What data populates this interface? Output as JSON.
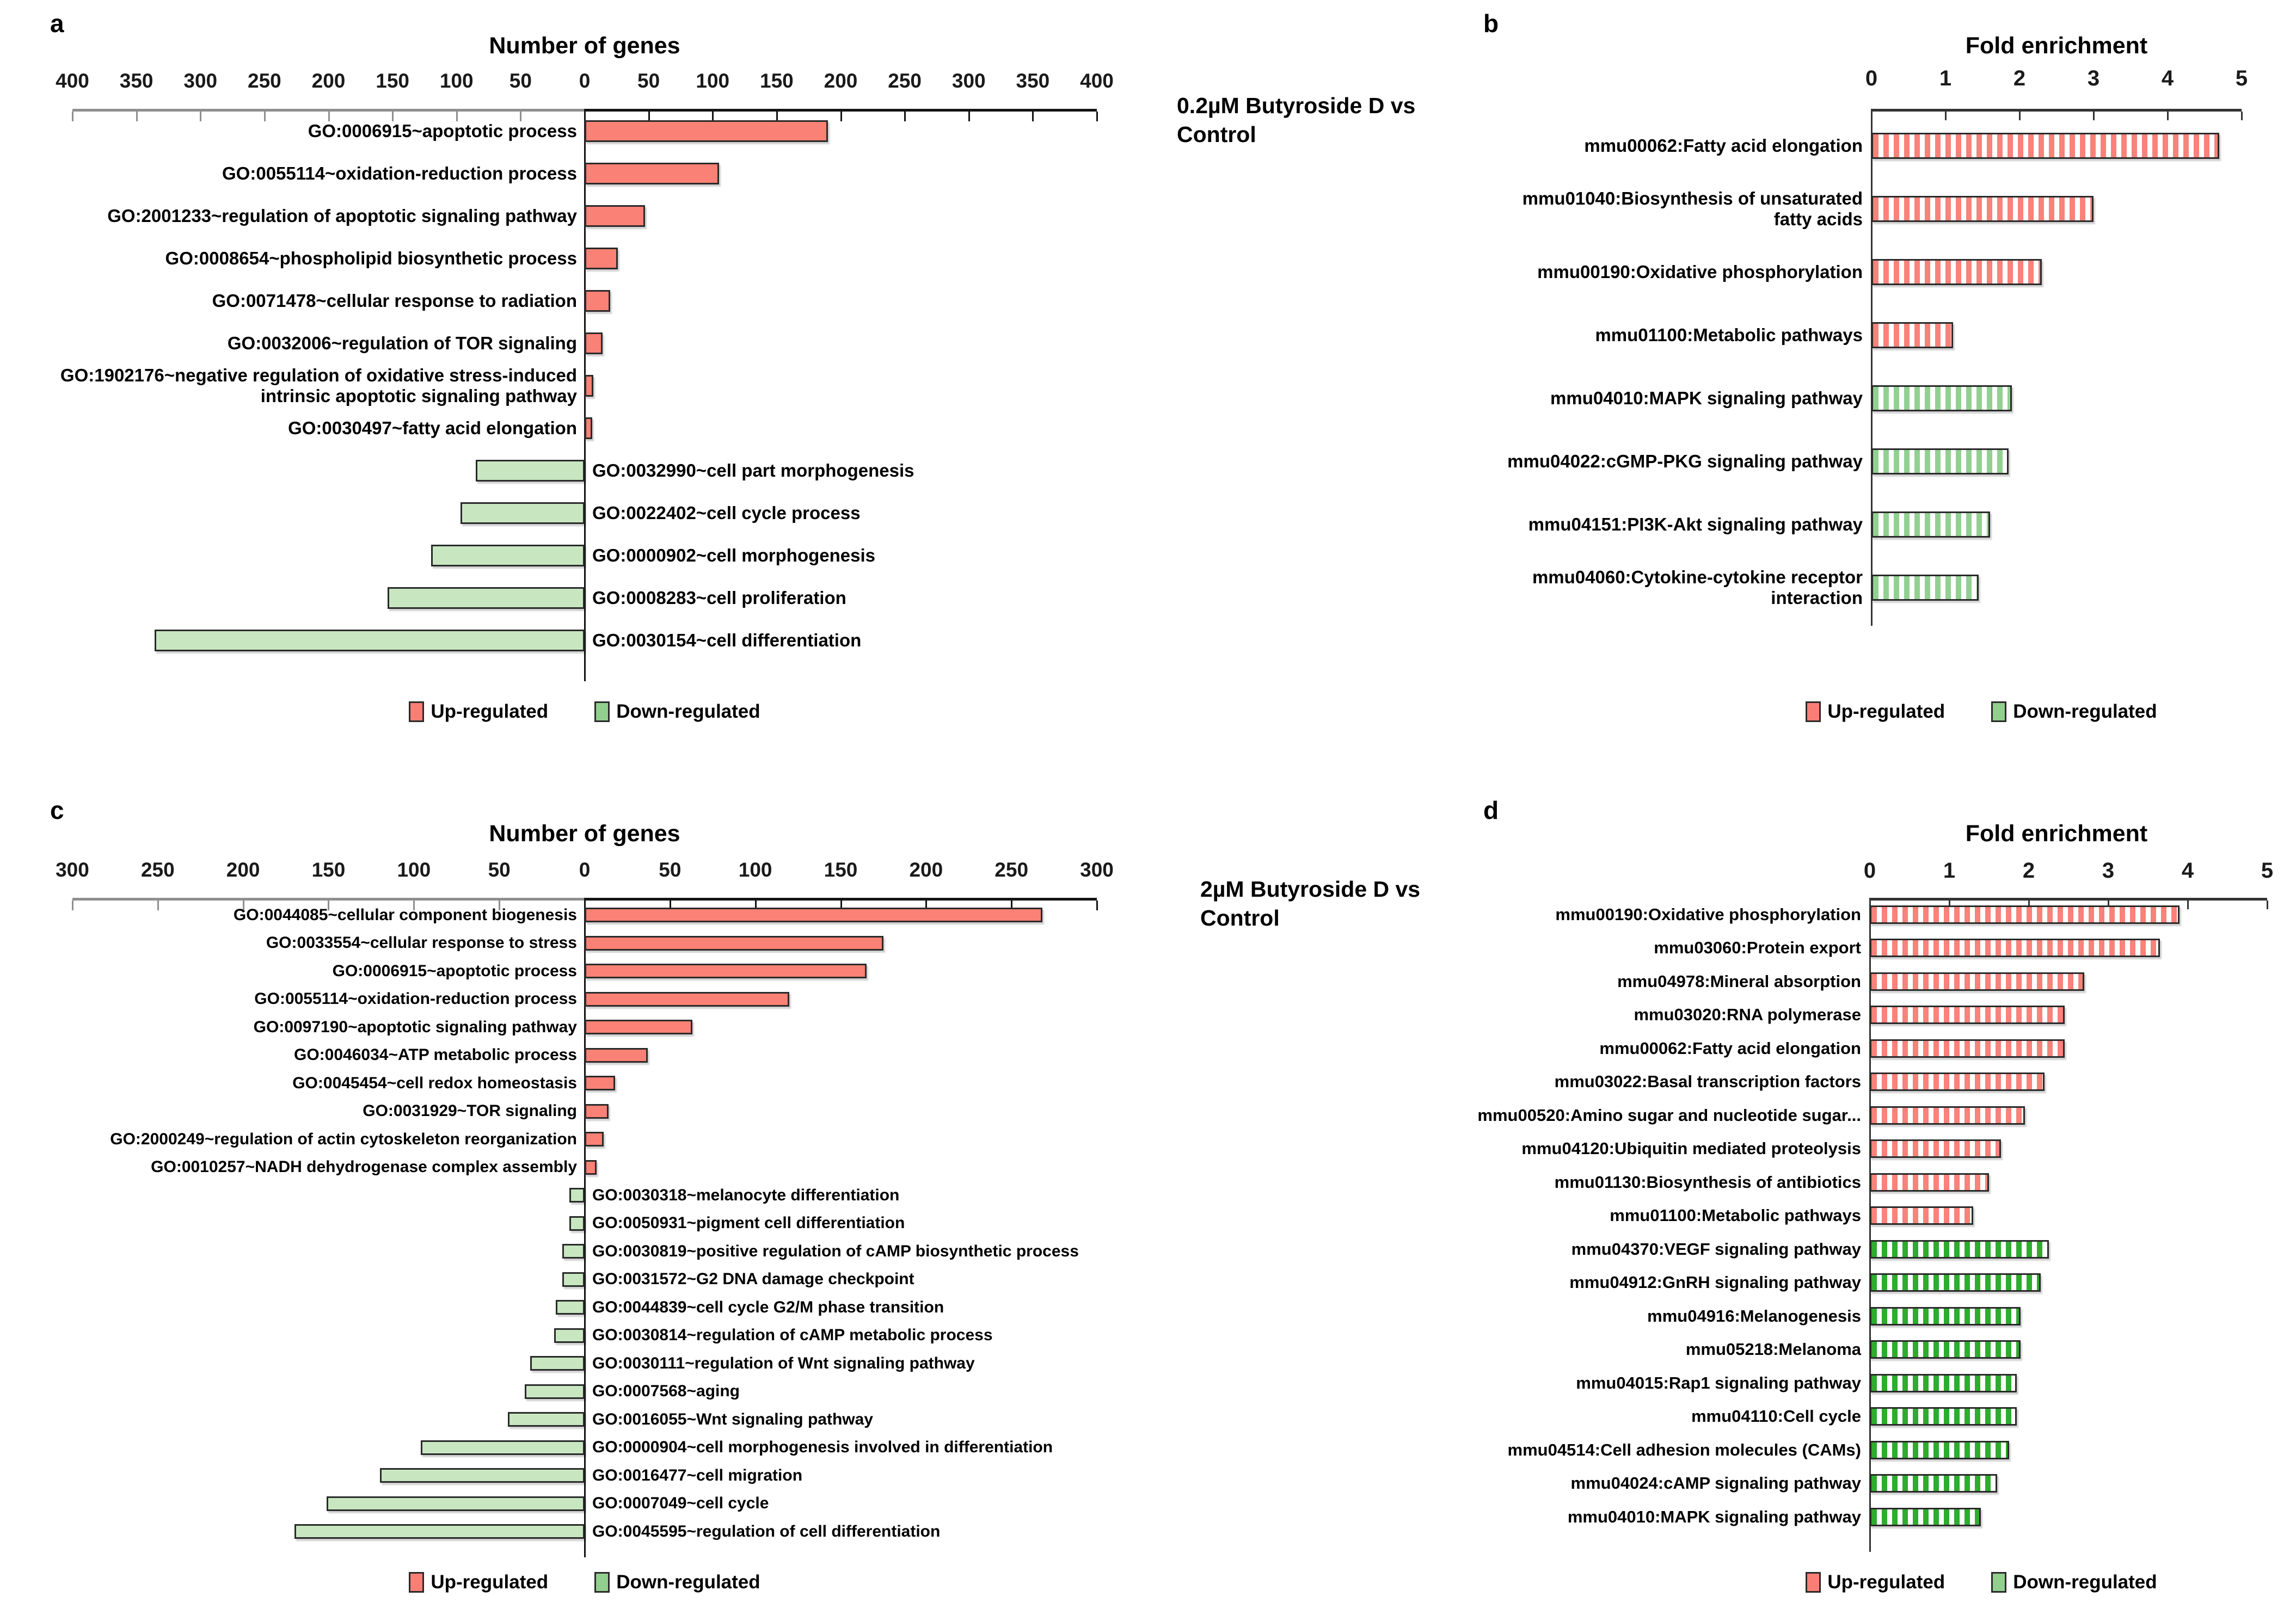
{
  "legend_colors": {
    "up": "#f87f76",
    "down": "#92cf8e"
  },
  "chart_data": [
    {
      "id": "a",
      "letter": "a",
      "type": "bar",
      "orientation": "horizontal-diverging",
      "title": "Number of genes",
      "condition": "0.2µM  Butyroside D vs Control",
      "axis": {
        "label": "Number of genes",
        "min": -400,
        "max": 400,
        "tick_step": 50,
        "grid": false
      },
      "legend": [
        "Up-regulated",
        "Down-regulated"
      ],
      "legend_position": "bottom",
      "series": [
        {
          "name": "Up-regulated",
          "style": "solid",
          "color": "#fa8175",
          "data": [
            {
              "label": "GO:0006915~apoptotic process",
              "value": 190
            },
            {
              "label": "GO:0055114~oxidation-reduction process",
              "value": 105
            },
            {
              "label": "GO:2001233~regulation of apoptotic signaling pathway",
              "value": 47
            },
            {
              "label": "GO:0008654~phospholipid biosynthetic process",
              "value": 26
            },
            {
              "label": "GO:0071478~cellular response to radiation",
              "value": 20
            },
            {
              "label": "GO:0032006~regulation of TOR signaling",
              "value": 14
            },
            {
              "label": "GO:1902176~negative regulation of oxidative stress-induced intrinsic apoptotic signaling pathway",
              "value": 7
            },
            {
              "label": "GO:0030497~fatty acid elongation",
              "value": 6
            }
          ]
        },
        {
          "name": "Down-regulated",
          "style": "solid",
          "color": "#c8e7c1",
          "data": [
            {
              "label": "GO:0032990~cell part morphogenesis",
              "value": 85
            },
            {
              "label": "GO:0022402~cell cycle process",
              "value": 97
            },
            {
              "label": "GO:0000902~cell morphogenesis",
              "value": 120
            },
            {
              "label": "GO:0008283~cell proliferation",
              "value": 154
            },
            {
              "label": "GO:0030154~cell differentiation",
              "value": 336
            }
          ]
        }
      ]
    },
    {
      "id": "b",
      "letter": "b",
      "type": "bar",
      "orientation": "horizontal",
      "title": "Fold enrichment",
      "axis": {
        "label": "Fold enrichment",
        "min": 0,
        "max": 5,
        "tick_step": 1,
        "grid": false
      },
      "legend": [
        "Up-regulated",
        "Down-regulated"
      ],
      "legend_position": "bottom",
      "series": [
        {
          "name": "Up-regulated",
          "style": "striped",
          "color": "#f9827a",
          "data": [
            {
              "label": "mmu00062:Fatty acid elongation",
              "value": 4.7
            },
            {
              "label": "mmu01040:Biosynthesis of unsaturated fatty acids",
              "value": 3.0
            },
            {
              "label": "mmu00190:Oxidative phosphorylation",
              "value": 2.3
            },
            {
              "label": "mmu01100:Metabolic pathways",
              "value": 1.1
            }
          ]
        },
        {
          "name": "Down-regulated",
          "style": "striped",
          "color": "#92d092",
          "data": [
            {
              "label": "mmu04010:MAPK signaling pathway",
              "value": 1.9
            },
            {
              "label": "mmu04022:cGMP-PKG signaling pathway",
              "value": 1.85
            },
            {
              "label": "mmu04151:PI3K-Akt signaling pathway",
              "value": 1.6
            },
            {
              "label": "mmu04060:Cytokine-cytokine receptor interaction",
              "value": 1.45
            }
          ]
        }
      ]
    },
    {
      "id": "c",
      "letter": "c",
      "type": "bar",
      "orientation": "horizontal-diverging",
      "title": "Number of genes",
      "condition": "2µM  Butyroside D vs Control",
      "axis": {
        "label": "Number of genes",
        "min": -300,
        "max": 300,
        "tick_step": 50,
        "grid": false
      },
      "legend": [
        "Up-regulated",
        "Down-regulated"
      ],
      "legend_position": "bottom",
      "series": [
        {
          "name": "Up-regulated",
          "style": "solid",
          "color": "#fa8175",
          "data": [
            {
              "label": "GO:0044085~cellular component biogenesis",
              "value": 268
            },
            {
              "label": "GO:0033554~cellular response to stress",
              "value": 175
            },
            {
              "label": "GO:0006915~apoptotic process",
              "value": 165
            },
            {
              "label": "GO:0055114~oxidation-reduction process",
              "value": 120
            },
            {
              "label": "GO:0097190~apoptotic signaling pathway",
              "value": 63
            },
            {
              "label": "GO:0046034~ATP metabolic process",
              "value": 37
            },
            {
              "label": "GO:0045454~cell redox homeostasis",
              "value": 18
            },
            {
              "label": "GO:0031929~TOR signaling",
              "value": 14
            },
            {
              "label": "GO:2000249~regulation of actin cytoskeleton reorganization",
              "value": 11
            },
            {
              "label": "GO:0010257~NADH dehydrogenase complex assembly",
              "value": 7
            }
          ]
        },
        {
          "name": "Down-regulated",
          "style": "solid",
          "color": "#c8e7c1",
          "data": [
            {
              "label": "GO:0030318~melanocyte differentiation",
              "value": 9
            },
            {
              "label": "GO:0050931~pigment cell differentiation",
              "value": 9
            },
            {
              "label": "GO:0030819~positive regulation of cAMP biosynthetic process",
              "value": 13
            },
            {
              "label": "GO:0031572~G2 DNA damage checkpoint",
              "value": 13
            },
            {
              "label": "GO:0044839~cell cycle G2/M phase transition",
              "value": 17
            },
            {
              "label": "GO:0030814~regulation of cAMP metabolic process",
              "value": 18
            },
            {
              "label": "GO:0030111~regulation of Wnt signaling pathway",
              "value": 32
            },
            {
              "label": "GO:0007568~aging",
              "value": 35
            },
            {
              "label": "GO:0016055~Wnt signaling pathway",
              "value": 45
            },
            {
              "label": "GO:0000904~cell morphogenesis involved in differentiation",
              "value": 96
            },
            {
              "label": "GO:0016477~cell migration",
              "value": 120
            },
            {
              "label": "GO:0007049~cell cycle",
              "value": 151
            },
            {
              "label": "GO:0045595~regulation of cell differentiation",
              "value": 170
            }
          ]
        }
      ]
    },
    {
      "id": "d",
      "letter": "d",
      "type": "bar",
      "orientation": "horizontal",
      "title": "Fold enrichment",
      "axis": {
        "label": "Fold enrichment",
        "min": 0,
        "max": 5,
        "tick_step": 1,
        "grid": false
      },
      "legend": [
        "Up-regulated",
        "Down-regulated"
      ],
      "legend_position": "bottom",
      "series": [
        {
          "name": "Up-regulated",
          "style": "striped",
          "color": "#f9827a",
          "data": [
            {
              "label": "mmu00190:Oxidative phosphorylation",
              "value": 3.9
            },
            {
              "label": "mmu03060:Protein export",
              "value": 3.65
            },
            {
              "label": "mmu04978:Mineral absorption",
              "value": 2.7
            },
            {
              "label": "mmu03020:RNA polymerase",
              "value": 2.45
            },
            {
              "label": "mmu00062:Fatty acid elongation",
              "value": 2.45
            },
            {
              "label": "mmu03022:Basal transcription factors",
              "value": 2.2
            },
            {
              "label": "mmu00520:Amino sugar and nucleotide sugar...",
              "value": 1.95
            },
            {
              "label": "mmu04120:Ubiquitin mediated proteolysis",
              "value": 1.65
            },
            {
              "label": "mmu01130:Biosynthesis of antibiotics",
              "value": 1.5
            },
            {
              "label": "mmu01100:Metabolic pathways",
              "value": 1.3
            }
          ]
        },
        {
          "name": "Down-regulated",
          "style": "striped",
          "color": "#2eac2e",
          "data": [
            {
              "label": "mmu04370:VEGF signaling pathway",
              "value": 2.25
            },
            {
              "label": "mmu04912:GnRH signaling pathway",
              "value": 2.15
            },
            {
              "label": "mmu04916:Melanogenesis",
              "value": 1.9
            },
            {
              "label": "mmu05218:Melanoma",
              "value": 1.9
            },
            {
              "label": "mmu04015:Rap1 signaling pathway",
              "value": 1.85
            },
            {
              "label": "mmu04110:Cell cycle",
              "value": 1.85
            },
            {
              "label": "mmu04514:Cell adhesion molecules (CAMs)",
              "value": 1.75
            },
            {
              "label": "mmu04024:cAMP signaling pathway",
              "value": 1.6
            },
            {
              "label": "mmu04010:MAPK signaling pathway",
              "value": 1.4
            }
          ]
        }
      ]
    }
  ]
}
